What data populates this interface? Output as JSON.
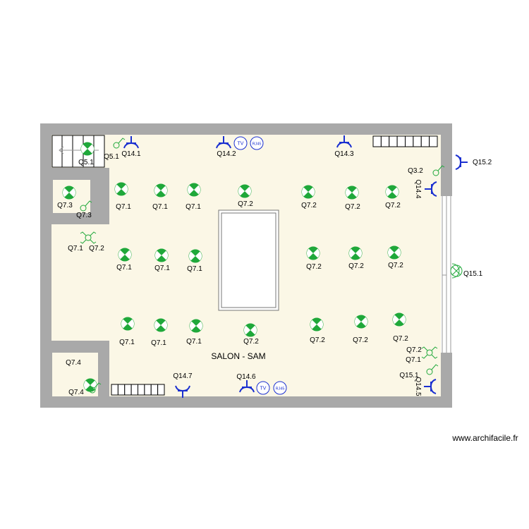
{
  "room_label": "SALON - SAM",
  "watermark": "www.archifacile.fr",
  "colors": {
    "wall": "#a9a9a9",
    "floor": "#fbf7e6",
    "light": "#1fa83a",
    "outlet": "#1a2fd0"
  },
  "lights": [
    "Q5.1",
    "Q7.3",
    "Q7.1",
    "Q7.1",
    "Q7.1",
    "Q7.2",
    "Q7.2",
    "Q7.2",
    "Q7.2",
    "Q7.1",
    "Q7.1",
    "Q7.1",
    "Q7.2",
    "Q7.2",
    "Q7.2",
    "Q7.1",
    "Q7.1",
    "Q7.1",
    "Q7.2",
    "Q7.2",
    "Q7.2",
    "Q7.2",
    "Q7.4"
  ],
  "switches": [
    "Q5.1",
    "Q7.3",
    "Q3.2",
    "Q15.1",
    "Q7.4"
  ],
  "double_switches": [
    [
      "Q7.1",
      "Q7.2"
    ],
    [
      "Q7.2",
      "Q7.1"
    ]
  ],
  "outlets": [
    "Q14.1",
    "Q14.2",
    "Q14.3",
    "Q14.4",
    "Q15.2",
    "Q14.7",
    "Q14.6",
    "Q14.5"
  ],
  "badges": {
    "tv": "TV",
    "rj45": "RJ45"
  },
  "wall_light": "Q15.1"
}
